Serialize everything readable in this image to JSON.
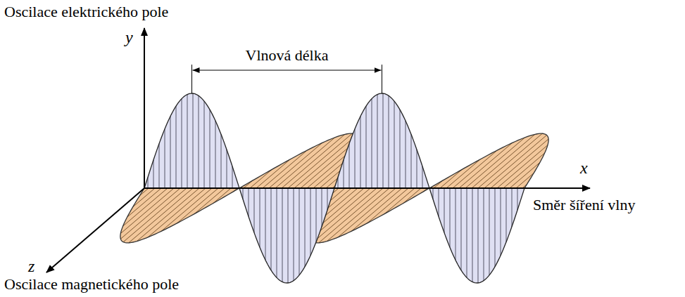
{
  "diagram": {
    "labels": [
      "Oscilace elektrického pole",
      "y",
      "Vlnová délka",
      "x",
      "Směr šíření vlny",
      "z",
      "Oscilace magnetického pole"
    ]
  }
}
